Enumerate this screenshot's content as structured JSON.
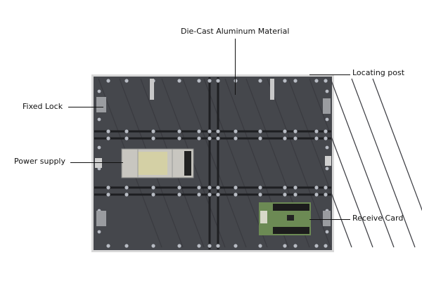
{
  "labels": {
    "die_cast": "Die-Cast Aluminum Material",
    "locating_post": "Locating post",
    "fixed_lock": "Fixed Lock",
    "power_supply": "Power supply",
    "receive_card": "Receive Card"
  },
  "colors": {
    "panel": "#4a4c52",
    "frame": "#d8d8d8",
    "bar": "#1e1f22",
    "bolt": "#b8bcc4",
    "psu": "#c8c6c0",
    "card": "#6c8a54"
  }
}
